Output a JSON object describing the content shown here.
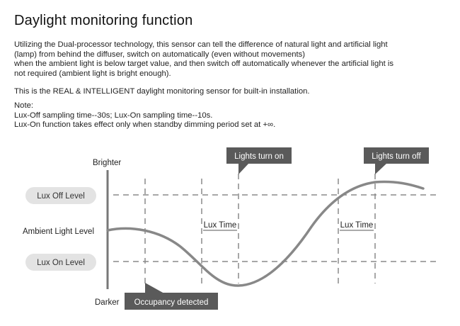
{
  "title": "Daylight monitoring function",
  "description": [
    "Utilizing the Dual-processor technology, this sensor can tell the difference of natural light and artificial light",
    "(lamp) from behind the diffuser, switch on automatically (even without movements)",
    "when the ambient light is below target value, and then switch off automatically whenever the artificial light is",
    "not required (ambient light is bright enough)."
  ],
  "tagline": "This is the REAL & INTELLIGENT daylight monitoring sensor for built-in installation.",
  "note": [
    "Note:",
    "Lux-Off sampling time--30s; Lux-On sampling time--10s.",
    "Lux-On function takes effect only when standby dimming period set at +∞."
  ],
  "diagram": {
    "axis_top_label": "Brighter",
    "axis_bottom_label": "Darker",
    "ambient_label": "Ambient Light Level",
    "lux_off_level": "Lux Off Level",
    "lux_on_level": "Lux On Level",
    "lux_time_1": "Lux Time",
    "lux_time_2": "Lux Time",
    "callout_lights_on": "Lights turn on",
    "callout_lights_off": "Lights turn off",
    "callout_occupancy": "Occupancy detected",
    "colors": {
      "curve": "#888888",
      "axis": "#777777",
      "dashed": "#8a8a8a",
      "pill_fill": "#e3e3e3",
      "callout_fill": "#5a5a5a"
    }
  }
}
